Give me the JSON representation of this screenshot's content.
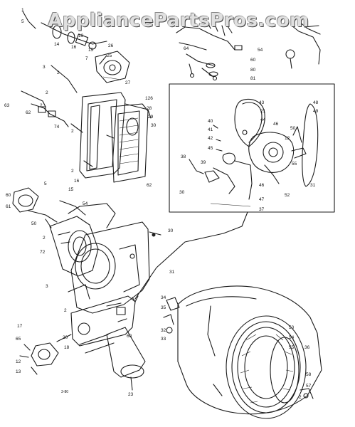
{
  "watermark": "AppliancePartsPros.com",
  "callouts": [
    "1",
    "5",
    "14",
    "16",
    "15",
    "7",
    "19",
    "26",
    "25",
    "27",
    "3",
    "2",
    "2",
    "63",
    "62",
    "2",
    "74",
    "2",
    "126",
    "28",
    "29",
    "30",
    "2",
    "16",
    "62",
    "64",
    "54",
    "60",
    "80",
    "81",
    "43",
    "21",
    "44",
    "46",
    "40",
    "41",
    "42",
    "45",
    "50",
    "12",
    "38",
    "39",
    "30",
    "46",
    "47",
    "37",
    "48",
    "49",
    "31",
    "52",
    "55",
    "5",
    "15",
    "54",
    "60",
    "61",
    "50",
    "2",
    "72",
    "30",
    "3",
    "31",
    "2",
    "60",
    "20",
    "18",
    "17",
    "65",
    "12",
    "13",
    "23",
    "34",
    "35",
    "32",
    "33",
    "53",
    "54",
    "55",
    "36",
    "58",
    "57",
    "2"
  ],
  "stamp": "3-80"
}
